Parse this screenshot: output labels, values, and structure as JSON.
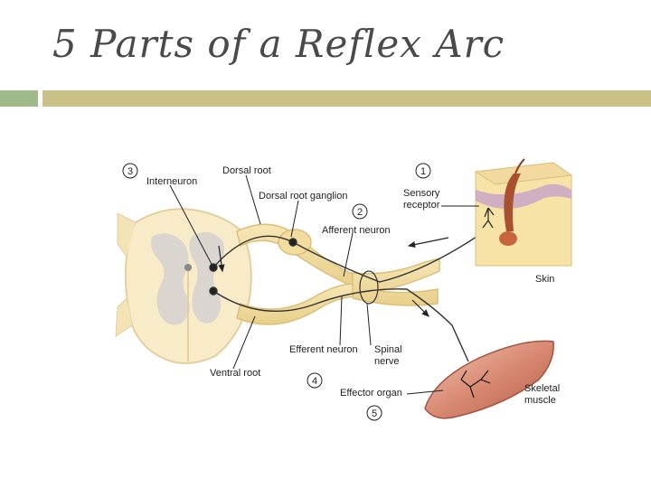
{
  "slide": {
    "title": "5 Parts of a Reflex Arc"
  },
  "diagram": {
    "labels": {
      "interneuron": "Interneuron",
      "dorsal_root": "Dorsal root",
      "dorsal_root_ganglion": "Dorsal root ganglion",
      "afferent_neuron": "Afferent neuron",
      "sensory_receptor_1": "Sensory",
      "sensory_receptor_2": "receptor",
      "skin": "Skin",
      "efferent_neuron": "Efferent neuron",
      "spinal_nerve_1": "Spinal",
      "spinal_nerve_2": "nerve",
      "ventral_root": "Ventral root",
      "effector_organ": "Effector organ",
      "skeletal_muscle_1": "Skeletal",
      "skeletal_muscle_2": "muscle"
    },
    "numbers": {
      "n1": "1",
      "n2": "2",
      "n3": "3",
      "n4": "4",
      "n5": "5"
    }
  }
}
